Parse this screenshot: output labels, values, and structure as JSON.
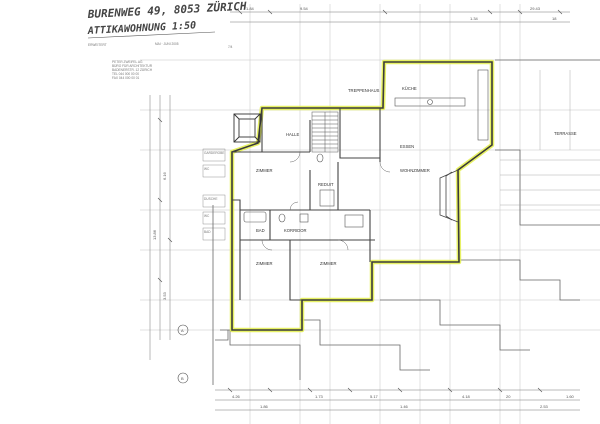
{
  "header": {
    "title_line1": "BURENWEG 49, 8053 ZÜRICH",
    "title_line2": "ATTIKAWOHNUNG 1:50",
    "subtitle": "ERWEITERT",
    "revision": "MAI · JUNI 2005",
    "sheet": "7/4"
  },
  "office_stamp": [
    "PETER ZWEIFEL AG",
    "BÜRO FÜR ARCHITEKTUR",
    "BADENERSTR. 12 ZÜRICH",
    "TEL 044 000 00 00",
    "FAX 044 000 00 01"
  ],
  "rooms": {
    "kueche": "KÜCHE",
    "treppenhaus": "TREPPENHAUS",
    "halle": "HALLE",
    "essen": "ESSEN",
    "wohnzimmer": "WOHNZIMMER",
    "zimmer_ne": "ZIMMER",
    "zimmer_sw": "ZIMMER",
    "zimmer_se": "ZIMMER",
    "bad": "BAD",
    "korridor": "KORRIDOR",
    "terrasse": "TERRASSE",
    "reduit": "REDUIT"
  },
  "side_labels": [
    "GARDEROBE",
    "WC",
    "DUSCHE",
    "WC",
    "BAD"
  ],
  "dims_top": [
    "1.84",
    "9.54",
    "29.43",
    "1.34",
    "18"
  ],
  "dims_bottom": [
    "4.26",
    "1.86",
    "1.73",
    "5.17",
    "4.18",
    "1.46",
    "20",
    "2.53",
    "1.60"
  ],
  "dims_left": [
    "13.86",
    "6.16",
    "3.53"
  ],
  "markers": [
    "A",
    "B"
  ],
  "colors": {
    "highlight": "#e3ef4a",
    "ink": "#4a4a4a",
    "grid": "#bdbdbd",
    "paper": "#ffffff"
  },
  "icons": [
    "window-frame-icon",
    "stair-icon",
    "sink-icon",
    "toilet-icon",
    "bathtub-icon",
    "door-arc-icon"
  ]
}
